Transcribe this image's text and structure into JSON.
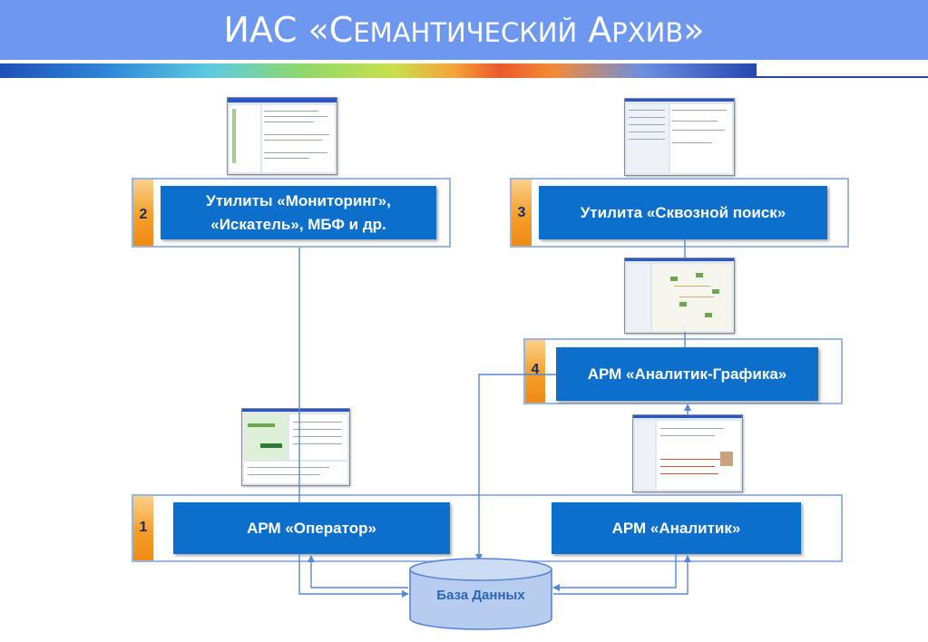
{
  "title": {
    "initials": "ИАС «С",
    "small": "ЕМАНТИЧЕСКИЙ",
    "space": " ",
    "initial2": "А",
    "small2": "РХИВ",
    "close": "»"
  },
  "groups": [
    {
      "number": "2",
      "label_line1": "Утилиты «Мониторинг»,",
      "label_line2": "«Искатель», МБФ и др."
    },
    {
      "number": "3",
      "label": "Утилита «Сквозной поиск»"
    },
    {
      "number": "4",
      "label": "АРМ «Аналитик-Графика»"
    },
    {
      "number": "1",
      "operator": "АРМ «Оператор»",
      "analyst": "АРМ «Аналитик»"
    }
  ],
  "database": {
    "label": "База Данных"
  },
  "colors": {
    "header": "#6e97ef",
    "box": "#0b6fcb",
    "number_tab": "#f59f2a",
    "connector": "#5b86d6",
    "database": "#b7cdf0"
  }
}
